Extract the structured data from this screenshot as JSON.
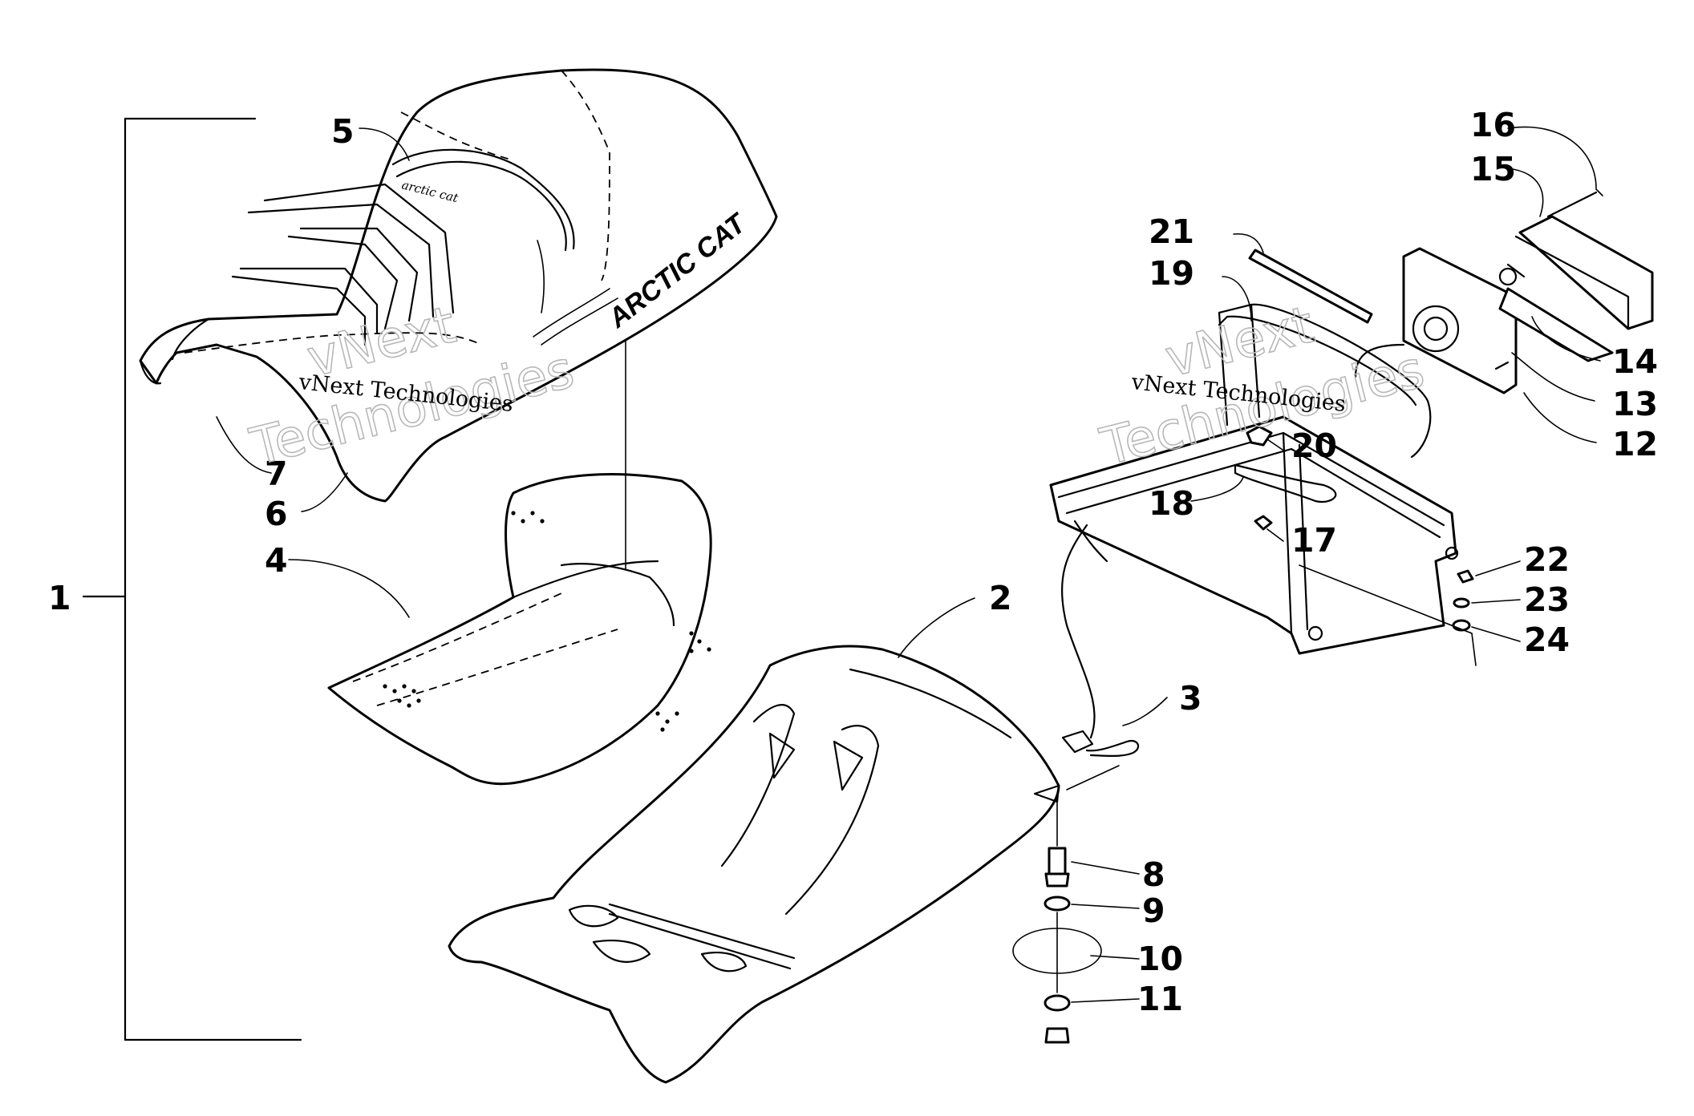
{
  "diagram": {
    "callouts": [
      {
        "id": "1",
        "label": "1"
      },
      {
        "id": "2",
        "label": "2"
      },
      {
        "id": "3",
        "label": "3"
      },
      {
        "id": "4",
        "label": "4"
      },
      {
        "id": "5",
        "label": "5"
      },
      {
        "id": "6",
        "label": "6"
      },
      {
        "id": "7",
        "label": "7"
      },
      {
        "id": "8",
        "label": "8"
      },
      {
        "id": "9",
        "label": "9"
      },
      {
        "id": "10",
        "label": "10"
      },
      {
        "id": "11",
        "label": "11"
      },
      {
        "id": "12",
        "label": "12"
      },
      {
        "id": "13",
        "label": "13"
      },
      {
        "id": "14",
        "label": "14"
      },
      {
        "id": "15",
        "label": "15"
      },
      {
        "id": "16",
        "label": "16"
      },
      {
        "id": "17",
        "label": "17"
      },
      {
        "id": "18",
        "label": "18"
      },
      {
        "id": "19",
        "label": "19"
      },
      {
        "id": "20",
        "label": "20"
      },
      {
        "id": "21",
        "label": "21"
      },
      {
        "id": "22",
        "label": "22"
      },
      {
        "id": "23",
        "label": "23"
      },
      {
        "id": "24",
        "label": "24"
      }
    ],
    "seat_decal_text": "ARCTIC CAT",
    "seat_script_text": "arctic cat"
  },
  "watermarks": [
    {
      "small": "vNext Technologies",
      "large_1": "vNext",
      "large_2": "Technologies"
    },
    {
      "small": "vNext Technologies",
      "large_1": "vNext",
      "large_2": "Technologies"
    }
  ]
}
